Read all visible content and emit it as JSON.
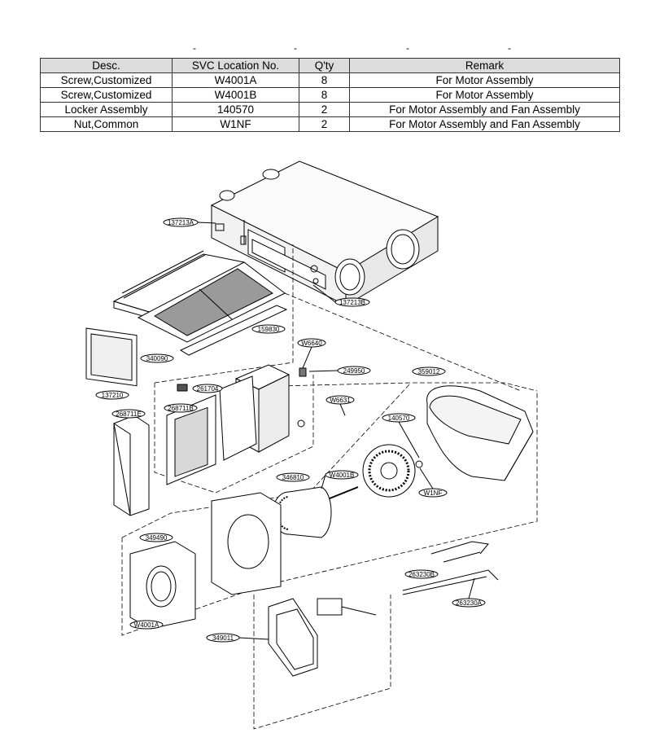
{
  "table": {
    "headers": [
      "Desc.",
      "SVC Location No.",
      "Q'ty",
      "Remark"
    ],
    "rows": [
      [
        "Screw,Customized",
        "W4001A",
        "8",
        "For Motor Assembly"
      ],
      [
        "Screw,Customized",
        "W4001B",
        "8",
        "For Motor Assembly"
      ],
      [
        "Locker Assembly",
        "140570",
        "2",
        "For Motor Assembly and Fan Assembly"
      ],
      [
        "Nut,Common",
        "W1NF",
        "2",
        "For Motor Assembly and Fan Assembly"
      ]
    ]
  },
  "callouts": {
    "c137213A": "137213A",
    "c137213B": "137213B",
    "c159830": "159830",
    "c340090": "340090",
    "c137210": "137210",
    "cW6640": "W6640",
    "c249950": "249950",
    "c261704": "261704",
    "c268711B": "268711B",
    "c268711E": "268711E",
    "cW6631": "W6631",
    "c359012": "359012",
    "c140570": "140570",
    "c346810": "346810",
    "cW4001B": "W4001B",
    "cW1NF": "W1NF",
    "c349490": "349490",
    "cW4001A": "W4001A",
    "c349011": "349011",
    "c263230B": "263230B",
    "c263230A": "263230A"
  }
}
